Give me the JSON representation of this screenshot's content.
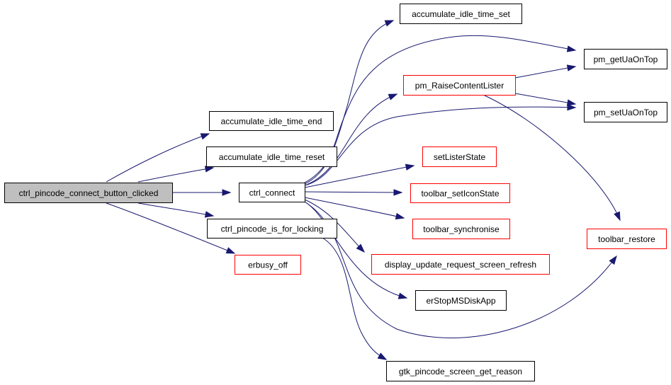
{
  "colors": {
    "root_fill": "#bfbfbf",
    "node_fill": "#ffffff",
    "documented_border": "#000000",
    "undocumented_border": "#ff0000",
    "edge": "#191970"
  },
  "nodes": [
    {
      "id": "root",
      "label": "ctrl_pincode_connect_button_clicked",
      "style": "root"
    },
    {
      "id": "accum_end",
      "label": "accumulate_idle_time_end",
      "style": "black"
    },
    {
      "id": "accum_reset",
      "label": "accumulate_idle_time_reset",
      "style": "black"
    },
    {
      "id": "ctrl_connect",
      "label": "ctrl_connect",
      "style": "black"
    },
    {
      "id": "is_for_locking",
      "label": "ctrl_pincode_is_for_locking",
      "style": "black"
    },
    {
      "id": "erbusy_off",
      "label": "erbusy_off",
      "style": "red"
    },
    {
      "id": "accum_set",
      "label": "accumulate_idle_time_set",
      "style": "black"
    },
    {
      "id": "raise_lister",
      "label": "pm_RaiseContentLister",
      "style": "red"
    },
    {
      "id": "get_ua",
      "label": "pm_getUaOnTop",
      "style": "black"
    },
    {
      "id": "set_ua",
      "label": "pm_setUaOnTop",
      "style": "black"
    },
    {
      "id": "set_lister_state",
      "label": "setListerState",
      "style": "red"
    },
    {
      "id": "tb_set_icon",
      "label": "toolbar_setIconState",
      "style": "red"
    },
    {
      "id": "tb_sync",
      "label": "toolbar_synchronise",
      "style": "red"
    },
    {
      "id": "display_refresh",
      "label": "display_update_request_screen_refresh",
      "style": "red"
    },
    {
      "id": "er_stop",
      "label": "erStopMSDiskApp",
      "style": "black"
    },
    {
      "id": "gtk_reason",
      "label": "gtk_pincode_screen_get_reason",
      "style": "black"
    },
    {
      "id": "tb_restore",
      "label": "toolbar_restore",
      "style": "red"
    }
  ],
  "edges": [
    {
      "from": "root",
      "to": "accum_end"
    },
    {
      "from": "root",
      "to": "accum_reset"
    },
    {
      "from": "root",
      "to": "ctrl_connect"
    },
    {
      "from": "root",
      "to": "is_for_locking"
    },
    {
      "from": "root",
      "to": "erbusy_off"
    },
    {
      "from": "ctrl_connect",
      "to": "accum_set"
    },
    {
      "from": "ctrl_connect",
      "to": "get_ua"
    },
    {
      "from": "ctrl_connect",
      "to": "raise_lister"
    },
    {
      "from": "ctrl_connect",
      "to": "set_ua"
    },
    {
      "from": "ctrl_connect",
      "to": "set_lister_state"
    },
    {
      "from": "ctrl_connect",
      "to": "tb_set_icon"
    },
    {
      "from": "ctrl_connect",
      "to": "tb_sync"
    },
    {
      "from": "ctrl_connect",
      "to": "display_refresh"
    },
    {
      "from": "ctrl_connect",
      "to": "er_stop"
    },
    {
      "from": "ctrl_connect",
      "to": "tb_restore"
    },
    {
      "from": "raise_lister",
      "to": "get_ua"
    },
    {
      "from": "raise_lister",
      "to": "set_ua"
    },
    {
      "from": "raise_lister",
      "to": "tb_restore"
    },
    {
      "from": "is_for_locking",
      "to": "gtk_reason"
    }
  ]
}
